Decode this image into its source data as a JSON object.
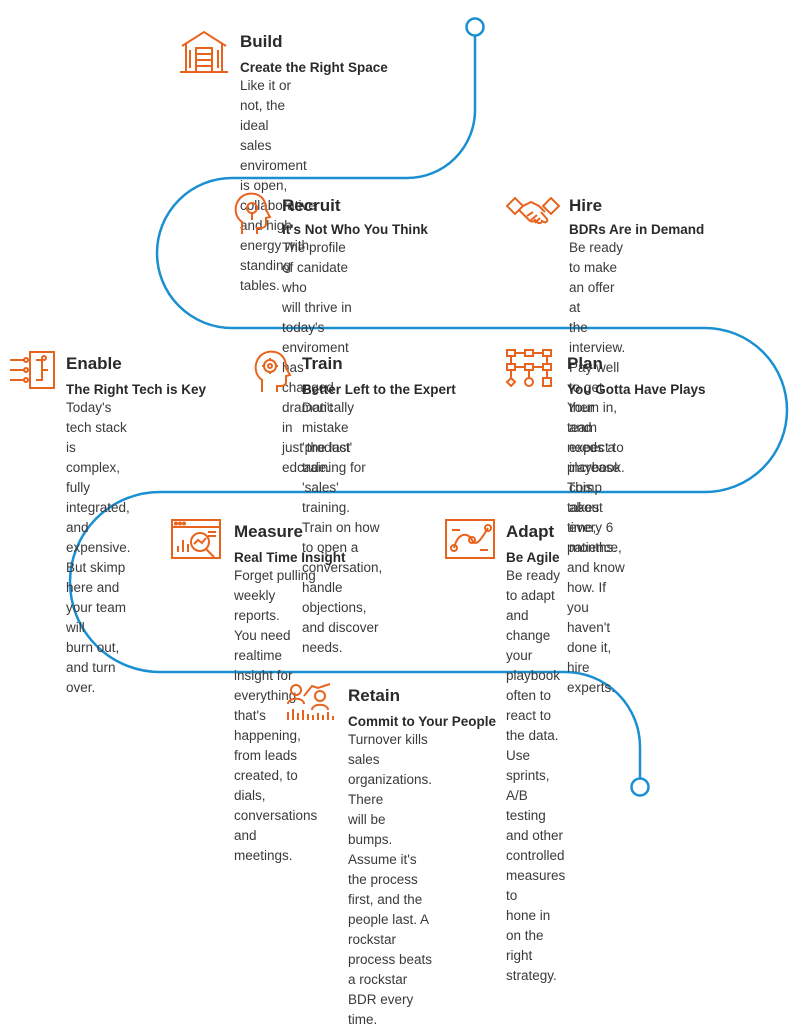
{
  "colors": {
    "accent": "#e8641e",
    "path": "#1a8fd1",
    "text": "#2a2a2a"
  },
  "steps": [
    {
      "icon": "building-icon",
      "title": "Build",
      "subtitle": "Create the Right Space",
      "body": "Like it or not, the ideal\nsales enviroment is open,\ncollaborative and high\nenergy with standing tables."
    },
    {
      "icon": "head-profile-icon",
      "title": "Recruit",
      "subtitle": "It's Not Who You Think",
      "body": "The profile of canidate who\nwill thrive in today's enviroment\nhas changed dramatically in\njust the last edcade."
    },
    {
      "icon": "handshake-icon",
      "title": "Hire",
      "subtitle": "BDRs Are in Demand",
      "body": "Be ready to make an offer at\nthe interview. Pay well to get\nthem in, and expect to increase\ncomp about every 6 months."
    },
    {
      "icon": "circuit-chip-icon",
      "title": "Enable",
      "subtitle": "The Right Tech is Key",
      "body": "Today's tech stack is\ncomplex, fully integrated,\nand expensive. But skimp\nhere and your team will\nburn out, and turn over."
    },
    {
      "icon": "brain-gear-icon",
      "title": "Train",
      "subtitle": "Better Left to the Expert",
      "body": "Don't mistake 'product'\ntraining for 'sales' training.\nTrain on how to open a\nconversation, handle objections,\nand discover needs."
    },
    {
      "icon": "flowchart-icon",
      "title": "Plan",
      "subtitle": "You Gotta Have Plays",
      "body": "Your team needs a playbook.\nThis takes time, patience,\nand know how. If you haven't\ndone it, hire experts."
    },
    {
      "icon": "analytics-dashboard-icon",
      "title": "Measure",
      "subtitle": "Real Time Insight",
      "body": "Forget pulling weekly reports.\nYou need realtime insight for\neverything that's happening,\nfrom leads created, to dials,\nconversations and meetings."
    },
    {
      "icon": "adapt-chart-icon",
      "title": "Adapt",
      "subtitle": "Be Agile",
      "body": "Be ready to adapt and change\nyour playbook often to react to\nthe data. Use sprints, A/B testing\nand other controlled measures to\nhone in on the right strategy."
    },
    {
      "icon": "people-chart-icon",
      "title": "Retain",
      "subtitle": "Commit to Your People",
      "body": "Turnover kills sales organizations. There\nwill be bumps. Assume it's the process\nfirst, and the people last. A rockstar\nprocess beats a rockstar BDR every time."
    }
  ]
}
